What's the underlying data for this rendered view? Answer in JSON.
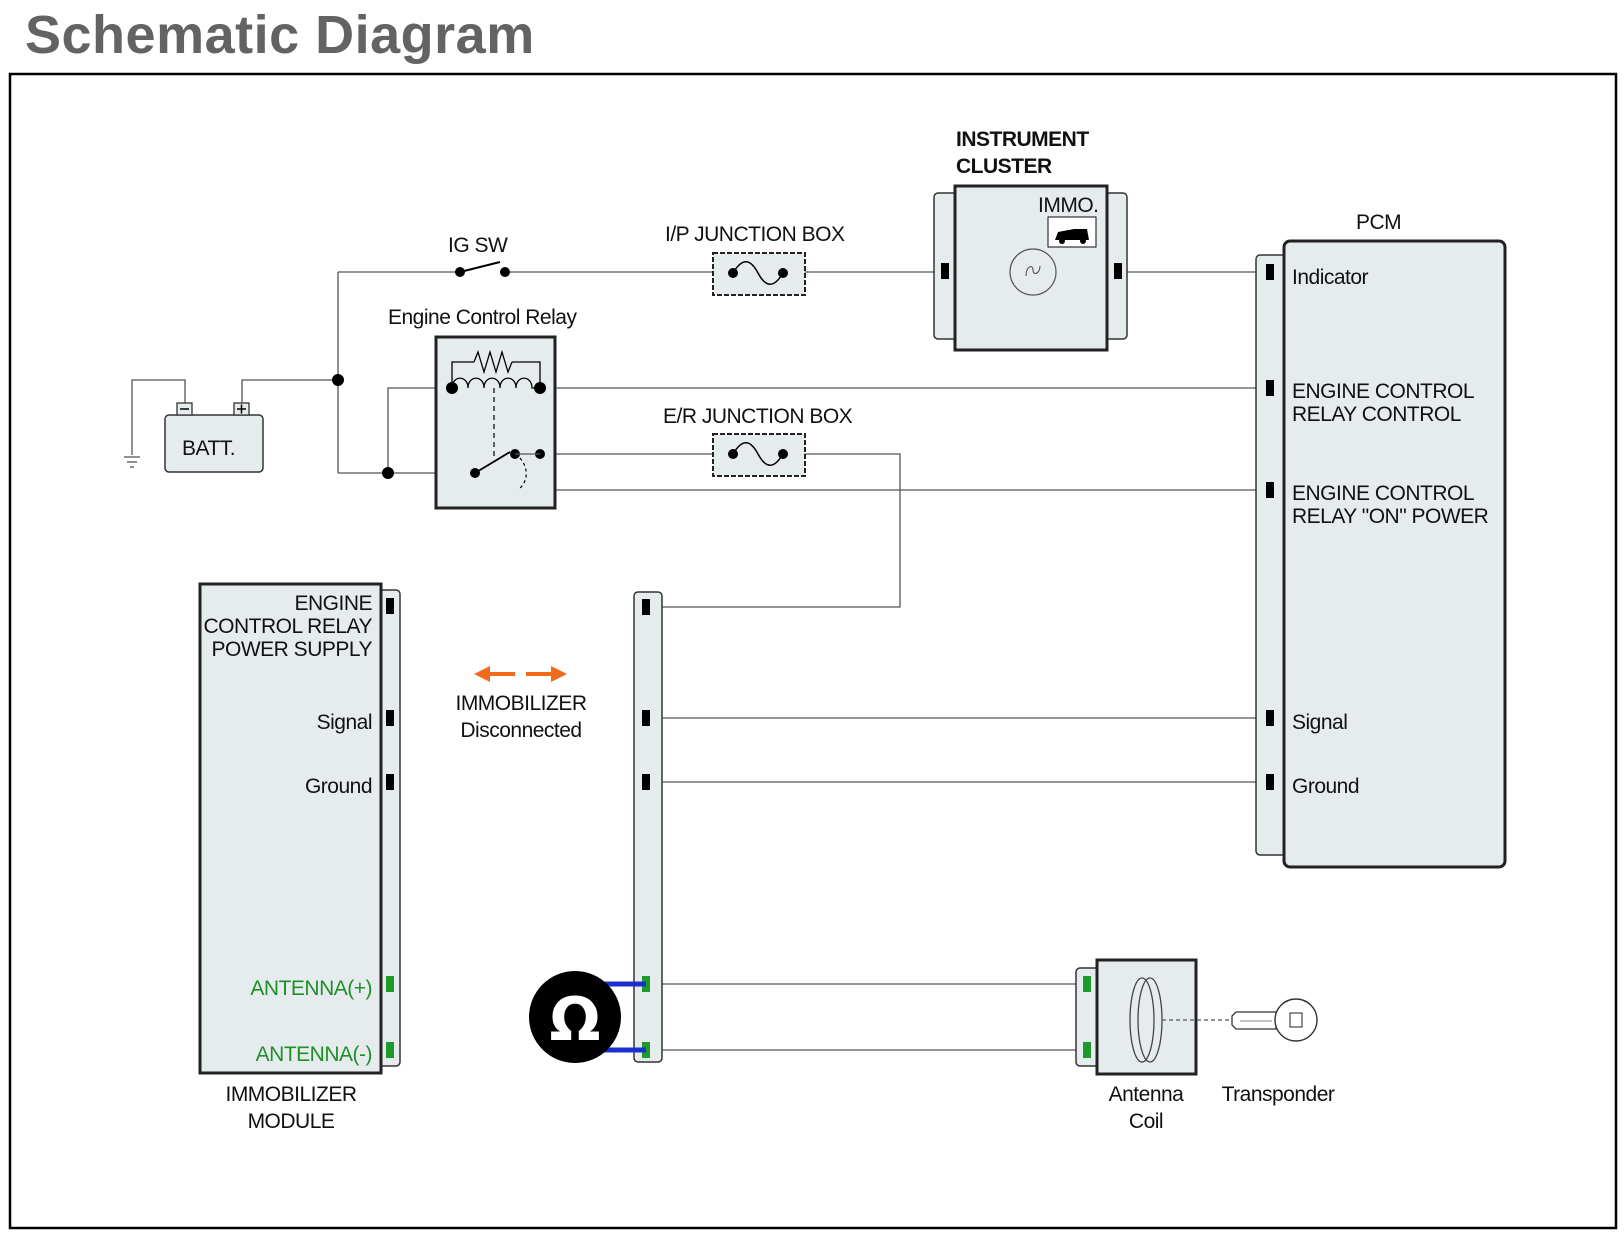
{
  "title": "Schematic Diagram",
  "labels": {
    "ig_sw": "IG SW",
    "ip_junction": "I/P JUNCTION BOX",
    "er_junction": "E/R JUNCTION BOX",
    "instrument_cluster_1": "INSTRUMENT",
    "instrument_cluster_2": "CLUSTER",
    "immo": "IMMO.",
    "engine_control_relay": "Engine Control Relay",
    "batt": "BATT.",
    "pcm": "PCM",
    "pcm_indicator": "Indicator",
    "pcm_ecr_control_1": "ENGINE CONTROL",
    "pcm_ecr_control_2": "RELAY CONTROL",
    "pcm_ecr_on_1": "ENGINE CONTROL",
    "pcm_ecr_on_2": "RELAY \"ON\" POWER",
    "pcm_signal": "Signal",
    "pcm_ground": "Ground",
    "imm_ecr_1": "ENGINE",
    "imm_ecr_2": "CONTROL RELAY",
    "imm_ecr_3": "POWER SUPPLY",
    "imm_signal": "Signal",
    "imm_ground": "Ground",
    "imm_ant_pos": "ANTENNA(+)",
    "imm_ant_neg": "ANTENNA(-)",
    "imm_module_1": "IMMOBILIZER",
    "imm_module_2": "MODULE",
    "disconnected_1": "IMMOBILIZER",
    "disconnected_2": "Disconnected",
    "antenna_coil_1": "Antenna",
    "antenna_coil_2": "Coil",
    "transponder": "Transponder",
    "ohm": "Ω"
  },
  "colors": {
    "title": "#636363",
    "arrows": "#f26a1b",
    "antenna_text": "#1f8f2a",
    "meter_leads": "#1a2fd0",
    "panel_fill": "#e6ecee"
  },
  "icons": [
    "battery-icon",
    "ground-icon",
    "fuse-icon",
    "relay-coil-icon",
    "indicator-lamp-icon",
    "car-icon",
    "ohmmeter-icon",
    "antenna-coil-icon",
    "key-icon",
    "disconnect-arrows-icon"
  ]
}
